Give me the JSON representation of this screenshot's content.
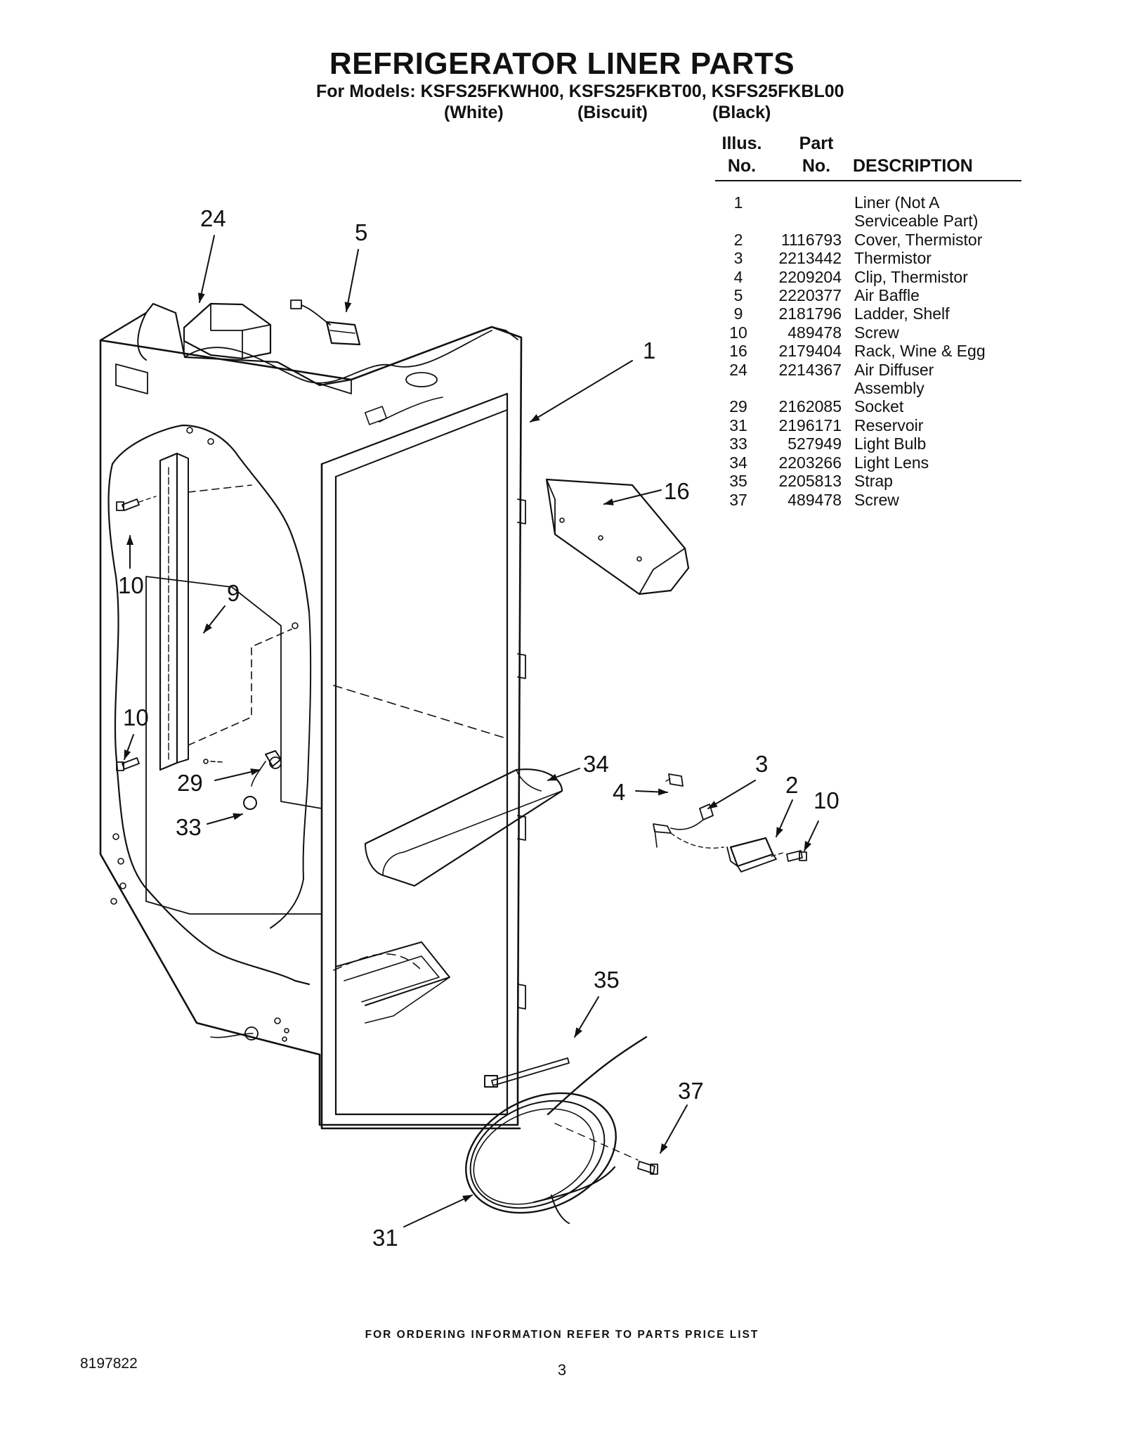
{
  "title": "REFRIGERATOR LINER PARTS",
  "models_line": "For Models: KSFS25FKWH00, KSFS25FKBT00, KSFS25FKBL00",
  "colors": [
    "(White)",
    "(Biscuit)",
    "(Black)"
  ],
  "table": {
    "header": {
      "illus": [
        "Illus.",
        "No."
      ],
      "part": [
        "Part",
        "No."
      ],
      "description": "DESCRIPTION"
    },
    "rows": [
      {
        "no": "1",
        "part": "",
        "desc": [
          "Liner (Not A",
          "Serviceable Part)"
        ]
      },
      {
        "no": "2",
        "part": "1116793",
        "desc": [
          "Cover, Thermistor"
        ]
      },
      {
        "no": "3",
        "part": "2213442",
        "desc": [
          "Thermistor"
        ]
      },
      {
        "no": "4",
        "part": "2209204",
        "desc": [
          "Clip, Thermistor"
        ]
      },
      {
        "no": "5",
        "part": "2220377",
        "desc": [
          "Air Baffle"
        ]
      },
      {
        "no": "9",
        "part": "2181796",
        "desc": [
          "Ladder, Shelf"
        ]
      },
      {
        "no": "10",
        "part": "489478",
        "desc": [
          "Screw"
        ]
      },
      {
        "no": "16",
        "part": "2179404",
        "desc": [
          "Rack, Wine & Egg"
        ]
      },
      {
        "no": "24",
        "part": "2214367",
        "desc": [
          "Air Diffuser",
          "Assembly"
        ]
      },
      {
        "no": "29",
        "part": "2162085",
        "desc": [
          "Socket"
        ]
      },
      {
        "no": "31",
        "part": "2196171",
        "desc": [
          "Reservoir"
        ]
      },
      {
        "no": "33",
        "part": "527949",
        "desc": [
          "Light Bulb"
        ]
      },
      {
        "no": "34",
        "part": "2203266",
        "desc": [
          "Light Lens"
        ]
      },
      {
        "no": "35",
        "part": "2205813",
        "desc": [
          "Strap"
        ]
      },
      {
        "no": "37",
        "part": "489478",
        "desc": [
          "Screw"
        ]
      }
    ]
  },
  "callouts": {
    "c24": "24",
    "c5": "5",
    "c1": "1",
    "c16": "16",
    "c10a": "10",
    "c9": "9",
    "c10b": "10",
    "c29": "29",
    "c33": "33",
    "c34": "34",
    "c4": "4",
    "c3": "3",
    "c2": "2",
    "c10c": "10",
    "c35": "35",
    "c37": "37",
    "c31": "31"
  },
  "footer_note": "FOR ORDERING INFORMATION REFER TO PARTS PRICE LIST",
  "doc_number": "8197822",
  "page_number": "3"
}
